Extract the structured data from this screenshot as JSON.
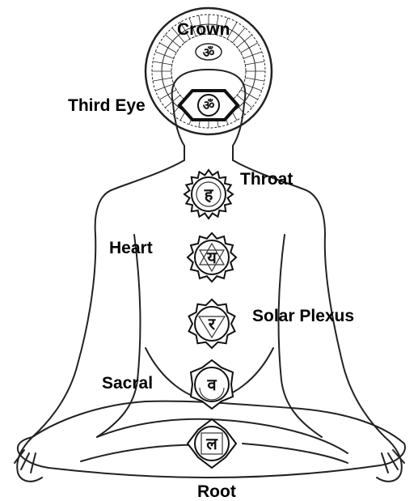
{
  "labels": {
    "crown": "Crown",
    "third_eye": "Third Eye",
    "throat": "Throat",
    "heart": "Heart",
    "solar_plexus": "Solar Plexus",
    "sacral": "Sacral",
    "root": "Root"
  },
  "glyphs": {
    "crown": "ॐ",
    "third_eye": "ॐ",
    "throat": "ह",
    "heart": "य",
    "solar_plexus": "र",
    "sacral": "व",
    "root": "ल"
  },
  "colors": {
    "line": "#222222",
    "text": "#000000",
    "background": "#ffffff"
  }
}
